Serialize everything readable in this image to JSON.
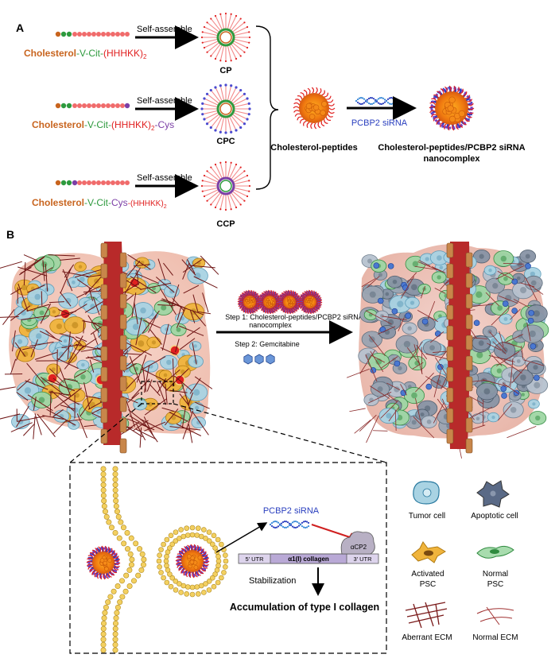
{
  "panel_a": {
    "label": "A",
    "rows": [
      {
        "name_parts": [
          "Cholesterol",
          "-V-Cit-",
          "(HHHKK)",
          "2"
        ],
        "action": "Self-assemble",
        "product": "CP"
      },
      {
        "name_parts": [
          "Cholesterol",
          "-V-Cit-",
          "(HHHKK)",
          "2",
          "-Cys"
        ],
        "action": "Self-assemble",
        "product": "CPC"
      },
      {
        "name_parts": [
          "Cholesterol",
          "-V-Cit-",
          "Cys",
          "-(HHHKK)",
          "2"
        ],
        "action": "Self-assemble",
        "product": "CCP"
      }
    ],
    "combined_label": "Cholesterol-peptides",
    "sirna_label": "PCBP2 siRNA",
    "complex_label_line1": "Cholesterol-peptides/PCBP2 siRNA",
    "complex_label_line2": "nanocomplex"
  },
  "panel_b": {
    "label": "B",
    "step1_line1": "Step 1: Cholesterol-peptides/PCBP2 siRNA",
    "step1_line2": "nanocomplex",
    "step2": "Step 2: Gemcitabine"
  },
  "inset": {
    "sirna_label": "PCBP2 siRNA",
    "utr5": "5' UTR",
    "collagen": "α1(I) collagen",
    "utr3": "3' UTR",
    "acp2": "αCP2",
    "stabilization": "Stabilization",
    "result": "Accumulation of type I collagen"
  },
  "legend": {
    "items": [
      {
        "label_line1": "Tumor cell",
        "label_line2": ""
      },
      {
        "label_line1": "Apoptotic cell",
        "label_line2": ""
      },
      {
        "label_line1": "Activated",
        "label_line2": "PSC"
      },
      {
        "label_line1": "Normal",
        "label_line2": "PSC"
      },
      {
        "label_line1": "Aberrant ECM",
        "label_line2": ""
      },
      {
        "label_line1": "Normal ECM",
        "label_line2": ""
      }
    ]
  },
  "colors": {
    "cholesterol": "#c8641e",
    "vcit": "#2e9a3e",
    "peptide": "#e02020",
    "cys": "#7b3fa6",
    "vessel": "#b82a2a",
    "sirna": "#2a3fbf",
    "tumor_fill": "#a9d3e3"
  }
}
